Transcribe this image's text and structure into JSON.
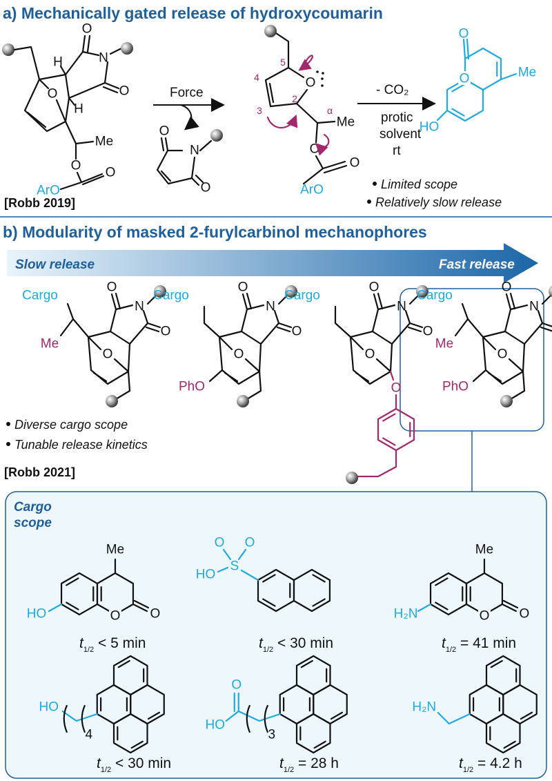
{
  "section_a": {
    "title": "a) Mechanically gated release of hydroxycoumarin",
    "reagent_1": "Force",
    "reagent_2": "- CO₂",
    "conditions": [
      "protic",
      "solvent",
      "rt"
    ],
    "citation": "[Robb 2019]",
    "bullets": [
      "Limited scope",
      "Relatively slow release"
    ],
    "furan_positions": [
      "5",
      "4",
      "3",
      "2",
      "α"
    ]
  },
  "section_b": {
    "title": "b) Modularity of masked 2-furylcarbinol mechanophores",
    "arrow_left": "Slow release",
    "arrow_right": "Fast release",
    "bullets": [
      "Diverse cargo scope",
      "Tunable release kinetics"
    ],
    "citation": "[Robb 2021]",
    "cargo_title": [
      "Cargo",
      "scope"
    ],
    "half_life_symbol": "t",
    "half_life_sub": "1/2",
    "cargo": [
      {
        "half_life": " < 5 min"
      },
      {
        "half_life": " < 30 min"
      },
      {
        "half_life": " = 41 min"
      },
      {
        "half_life": " < 30 min"
      },
      {
        "half_life": " = 28 h"
      },
      {
        "half_life": " = 4.2 h"
      }
    ]
  },
  "atoms": {
    "O": "O",
    "N": "N",
    "H": "H",
    "Me": "Me",
    "ArO": "ArO",
    "HO": "HO",
    "Cargo": "Cargo",
    "PhO": "PhO",
    "H2N": "H₂N",
    "S": "S",
    "sub3": "3",
    "sub4": "4"
  },
  "colors": {
    "title": "#1f5f9a",
    "cargo": "#1eaadf",
    "mechanophore": "#a3286b",
    "panel": "#eef8fc"
  }
}
